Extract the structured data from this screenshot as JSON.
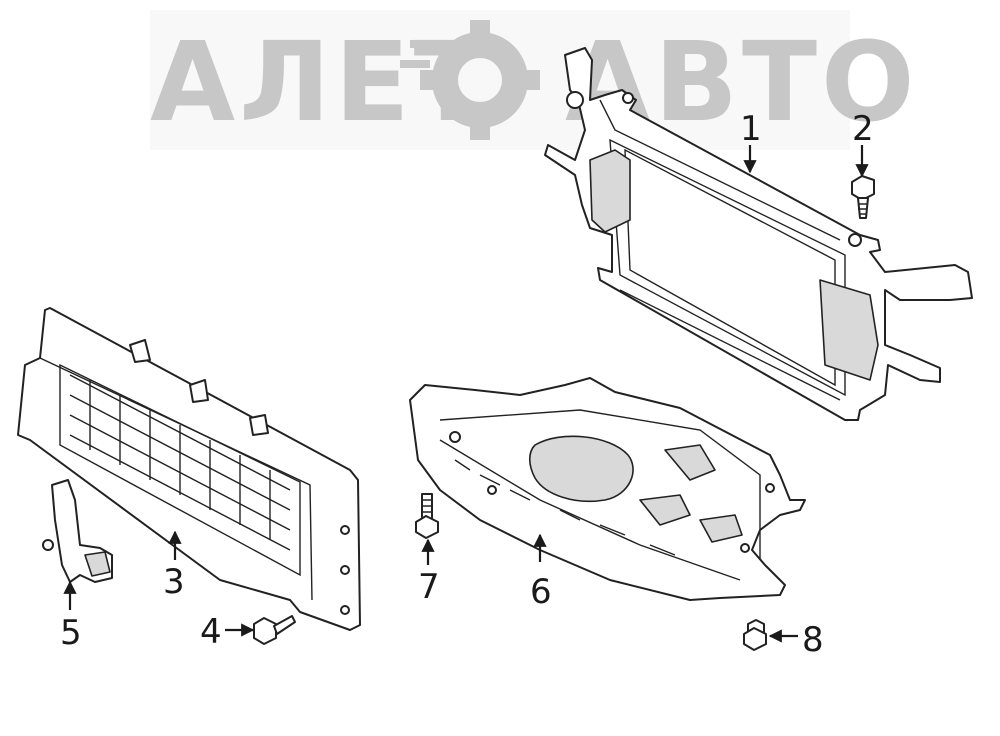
{
  "watermark": {
    "left_text": "АЛЕТ",
    "right_text": "АВТО",
    "color": "#9a9a9a",
    "icon": "gear-icon"
  },
  "callouts": {
    "c1": "1",
    "c2": "2",
    "c3": "3",
    "c4": "4",
    "c5": "5",
    "c6": "6",
    "c7": "7",
    "c8": "8"
  },
  "parts": [
    {
      "number": "1",
      "kind": "radiator-support-frame"
    },
    {
      "number": "2",
      "kind": "bolt"
    },
    {
      "number": "3",
      "kind": "air-deflector-duct"
    },
    {
      "number": "4",
      "kind": "bolt"
    },
    {
      "number": "5",
      "kind": "bracket"
    },
    {
      "number": "6",
      "kind": "lower-splash-shield"
    },
    {
      "number": "7",
      "kind": "bolt"
    },
    {
      "number": "8",
      "kind": "bolt"
    }
  ],
  "colors": {
    "line": "#222222",
    "shade": "#d9d9d9",
    "background": "#ffffff"
  }
}
